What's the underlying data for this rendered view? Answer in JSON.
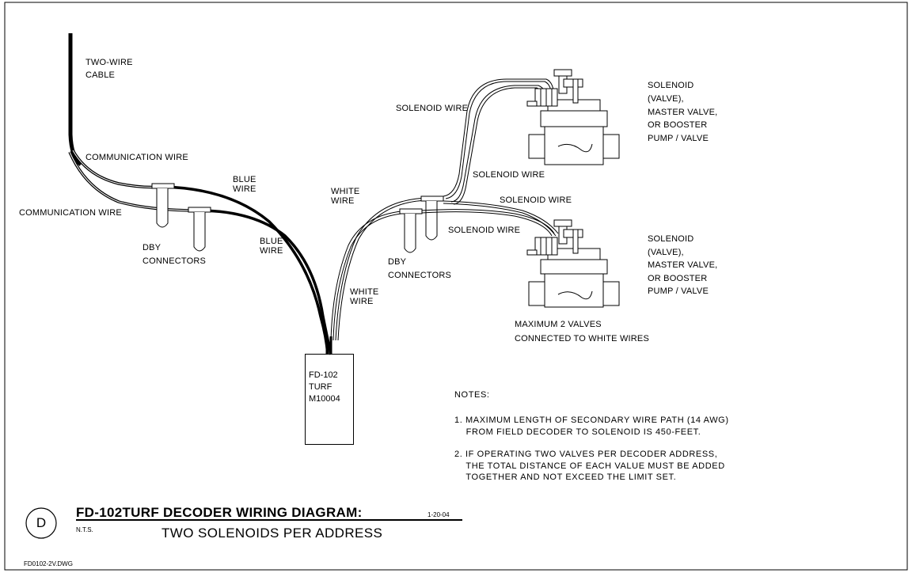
{
  "title": {
    "line1": "FD-102TURF DECODER WIRING DIAGRAM:",
    "line2": "TWO SOLENOIDS PER ADDRESS",
    "sheet_letter": "D",
    "scale": "N.T.S.",
    "date": "1-20-04",
    "filename": "FD0102-2V.DWG"
  },
  "labels": {
    "two_wire_cable": "TWO-WIRE\nCABLE",
    "comm_wire_1": "COMMUNICATION WIRE",
    "comm_wire_2": "COMMUNICATION WIRE",
    "blue_wire_1": "BLUE\nWIRE",
    "blue_wire_2": "BLUE\nWIRE",
    "dby_connectors_1": "DBY\nCONNECTORS",
    "dby_connectors_2": "DBY\nCONNECTORS",
    "white_wire_1": "WHITE\nWIRE",
    "white_wire_2": "WHITE\nWIRE",
    "solenoid_wire_1": "SOLENOID WIRE",
    "solenoid_wire_2": "SOLENOID WIRE",
    "solenoid_wire_3": "SOLENOID WIRE",
    "solenoid_wire_4": "SOLENOID WIRE",
    "solenoid_desc_1": "SOLENOID\n(VALVE),\nMASTER VALVE,\nOR BOOSTER\nPUMP / VALVE",
    "solenoid_desc_2": "SOLENOID\n(VALVE),\nMASTER VALVE,\nOR BOOSTER\nPUMP / VALVE",
    "max_valves": "MAXIMUM 2 VALVES\nCONNECTED TO WHITE WIRES"
  },
  "decoder": {
    "text": "FD-102\nTURF\nM10004"
  },
  "notes": {
    "heading": "NOTES:",
    "items": [
      "1. MAXIMUM LENGTH OF SECONDARY WIRE PATH (14 AWG)\n    FROM FIELD DECODER TO SOLENOID IS 450-FEET.",
      "2. IF OPERATING TWO VALVES PER DECODER ADDRESS,\n    THE TOTAL DISTANCE OF EACH VALUE MUST BE ADDED\n    TOGETHER AND NOT EXCEED THE LIMIT SET."
    ]
  }
}
